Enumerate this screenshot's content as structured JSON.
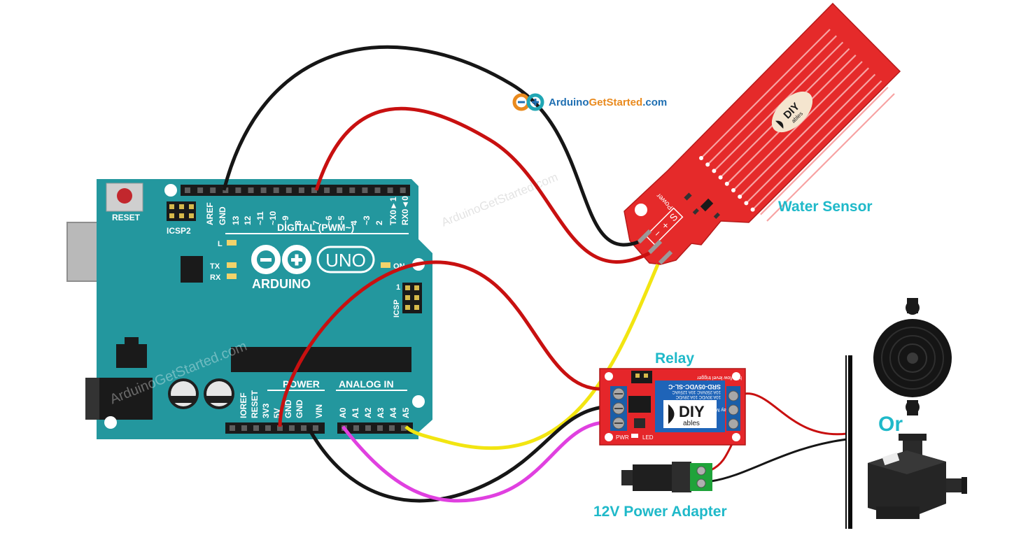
{
  "logo": {
    "part1": "Arduino",
    "part2": "GetStarted",
    "part3": ".com"
  },
  "watermarks": {
    "board": "ArduinoGetStarted.com",
    "center": "ArduinoGetStarted.com"
  },
  "labels": {
    "water_sensor": "Water Sensor",
    "relay": "Relay",
    "power_adapter": "12V Power Adapter",
    "or": "Or"
  },
  "arduino": {
    "reset": "RESET",
    "icsp2": "ICSP2",
    "icsp": "ICSP",
    "icsp_pin1": "1",
    "digital": "DIGITAL (PWM~)",
    "power": "POWER",
    "analog_in": "ANALOG IN",
    "brand": "ARDUINO",
    "model": "UNO",
    "on": "ON",
    "led_l": "L",
    "led_tx": "TX",
    "led_rx": "RX",
    "top_pins": [
      "AREF",
      "GND",
      "13",
      "12",
      "~11",
      "~10",
      "~9",
      "8",
      "7",
      "~6",
      "~5",
      "4",
      "~3",
      "2",
      "TX0►1",
      "RX0◄0"
    ],
    "power_pins": [
      "IOREF",
      "RESET",
      "3V3",
      "5V",
      "GND",
      "GND",
      "VIN"
    ],
    "analog_pins": [
      "A0",
      "A1",
      "A2",
      "A3",
      "A4",
      "A5"
    ]
  },
  "sensor": {
    "pins": [
      "−",
      "+",
      "S"
    ],
    "power": "Power",
    "brand_top": "DIY",
    "brand_bottom": "ables"
  },
  "relay_module": {
    "brand_top": "DIY",
    "brand_bottom": "ables",
    "title": "1 Relay Module",
    "subtitle": "high/low level trigger",
    "part": "SRD-05VDC-SL-C",
    "ratings": [
      "10A 250VAC 10A 125VAC",
      "10A 30VDC 10A 28VDC"
    ],
    "pwr": "PWR",
    "led": "LED"
  },
  "colors": {
    "board": "#23979e",
    "board_dark": "#1b7d83",
    "sensor_red": "#e52a2a",
    "relay_red": "#e5262a",
    "relay_blue": "#1a5ea8",
    "wire_black": "#161616",
    "wire_red": "#c81010",
    "wire_yellow": "#f2e511",
    "wire_magenta": "#e040e0",
    "label_cyan": "#1fb9c9"
  }
}
